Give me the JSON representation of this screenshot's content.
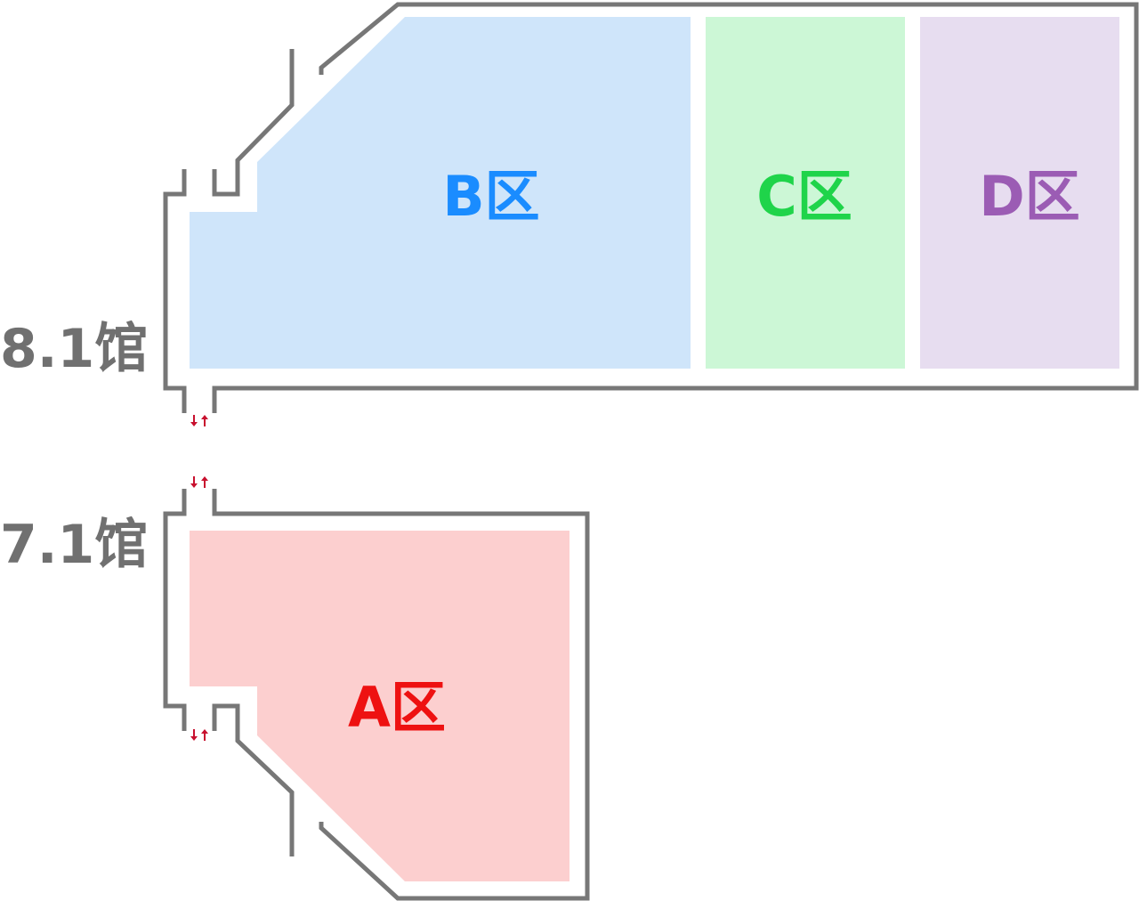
{
  "halls": [
    {
      "id": "hall-8-1",
      "label": "8.1馆",
      "zones": [
        {
          "id": "B",
          "label": "B区",
          "text_color": "#1a8cff",
          "fill_color": "#cfe5fa"
        },
        {
          "id": "C",
          "label": "C区",
          "text_color": "#1fd44a",
          "fill_color": "#ccf7d6"
        },
        {
          "id": "D",
          "label": "D区",
          "text_color": "#9b5cb4",
          "fill_color": "#e7ddf0"
        }
      ]
    },
    {
      "id": "hall-7-1",
      "label": "7.1馆",
      "zones": [
        {
          "id": "A",
          "label": "A区",
          "text_color": "#ee1111",
          "fill_color": "#fccfcf"
        }
      ]
    }
  ],
  "colors": {
    "wall": "#777777",
    "hall_label": "#707070",
    "arrow": "#c8102e",
    "background": "#ffffff"
  },
  "icons": [
    "two-way-passage-arrows-icon"
  ]
}
